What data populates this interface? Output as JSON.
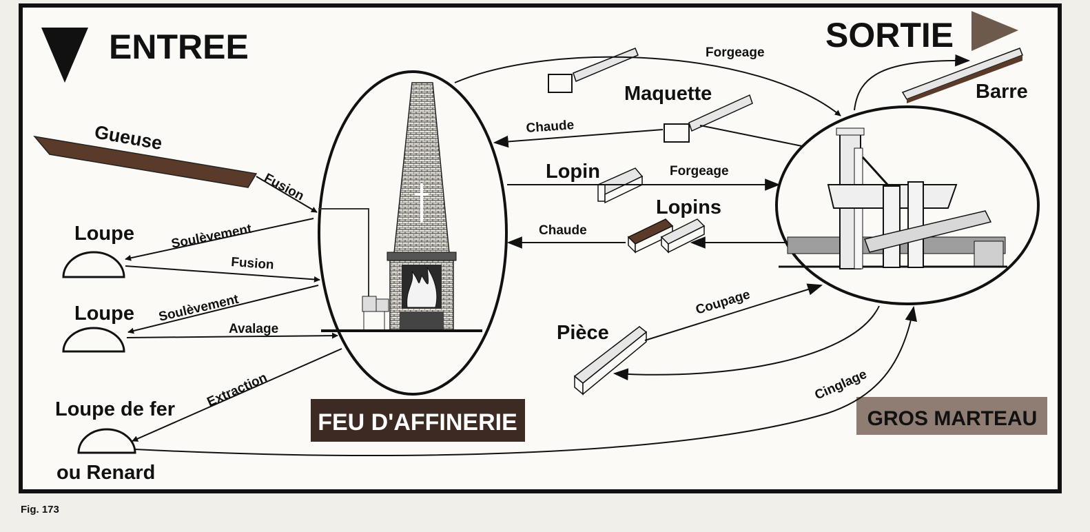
{
  "headers": {
    "entree": "ENTREE",
    "sortie": "SORTIE"
  },
  "materials": {
    "gueuse": "Gueuse",
    "loupe1": "Loupe",
    "loupe2": "Loupe",
    "loupe_fer": "Loupe de fer",
    "renard": "ou Renard",
    "maquette": "Maquette",
    "lopin": "Lopin",
    "lopins": "Lopins",
    "piece": "Pièce",
    "barre": "Barre"
  },
  "processes": {
    "fusion1": "Fusion",
    "soulevement1": "Soulèvement",
    "fusion2": "Fusion",
    "soulevement2": "Soulèvement",
    "avalage": "Avalage",
    "extraction": "Extraction",
    "forgeage_top": "Forgeage",
    "chaude1": "Chaude",
    "forgeage_mid": "Forgeage",
    "chaude2": "Chaude",
    "coupage": "Coupage",
    "cinglage": "Cinglage"
  },
  "stations": {
    "feu": "FEU D'AFFINERIE",
    "marteau": "GROS MARTEAU"
  },
  "caption": "Fig. 173",
  "colors": {
    "ink": "#111111",
    "feu_box": "#3d2a22",
    "marteau_box": "#8f7c72",
    "bar_brown": "#5a3b2a",
    "paper": "#f1efe9"
  }
}
